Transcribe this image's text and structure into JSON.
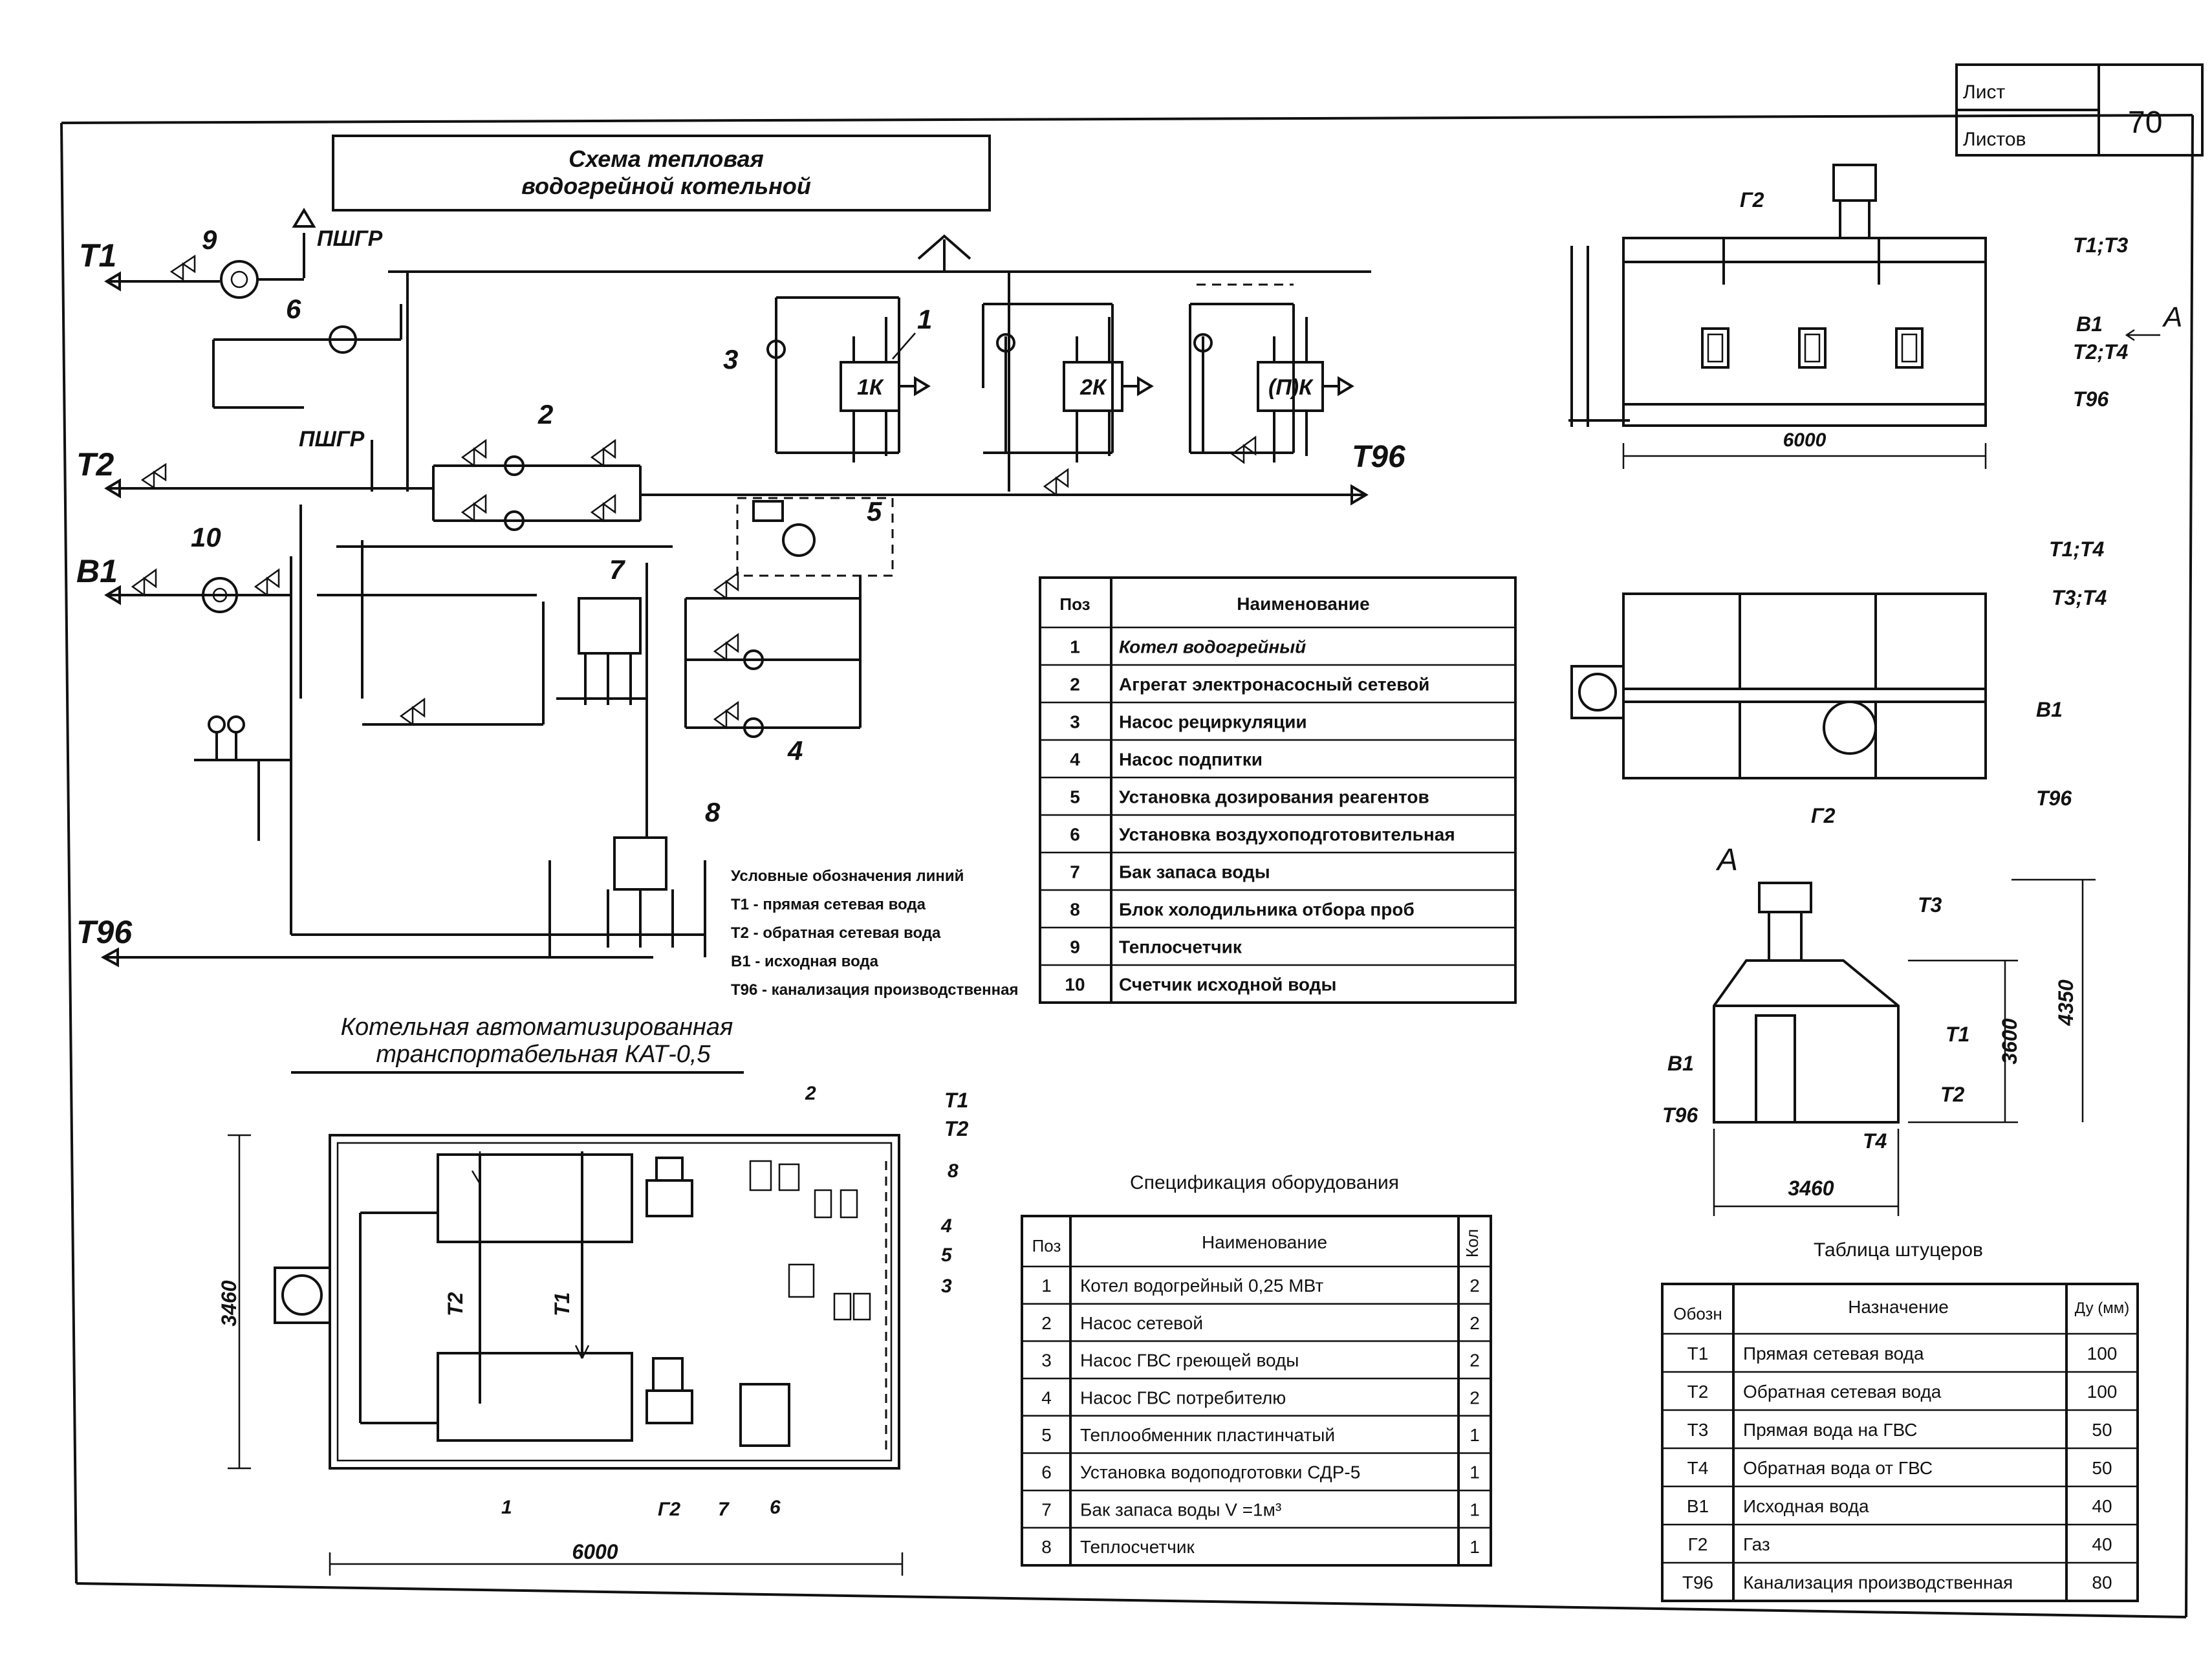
{
  "sheet": {
    "list_label": "Лист",
    "lists_label": "Листов",
    "sheet_number": "70"
  },
  "scheme": {
    "title_line1": "Схема тепловая",
    "title_line2": "водогрейной котельной",
    "line_labels": {
      "t1": "T1",
      "t2": "T2",
      "v1": "B1",
      "t96_left": "T96",
      "t96_right": "T96"
    },
    "pshgr_top": "ПШГР",
    "pshgr_mid": "ПШГР",
    "boilers": [
      "1К",
      "2К",
      "(П)К"
    ],
    "callouts": [
      "1",
      "2",
      "3",
      "4",
      "5",
      "6",
      "7",
      "8",
      "9",
      "10"
    ]
  },
  "legend": {
    "title": "Условные обозначения линий",
    "items": [
      "T1 - прямая сетевая вода",
      "T2 - обратная сетевая вода",
      "B1 - исходная вода",
      "T96 - канализация производственная"
    ]
  },
  "positions_table": {
    "headers": [
      "Поз",
      "Наименование"
    ],
    "rows": [
      [
        "1",
        "Котел водогрейный"
      ],
      [
        "2",
        "Агрегат электронасосный сетевой"
      ],
      [
        "3",
        "Насос рециркуляции"
      ],
      [
        "4",
        "Насос подпитки"
      ],
      [
        "5",
        "Установка дозирования реагентов"
      ],
      [
        "6",
        "Установка воздухоподготовительная"
      ],
      [
        "7",
        "Бак запаса воды"
      ],
      [
        "8",
        "Блок холодильника отбора проб"
      ],
      [
        "9",
        "Теплосчетчик"
      ],
      [
        "10",
        "Счетчик исходной воды"
      ]
    ]
  },
  "plan": {
    "title_line1": "Котельная автоматизированная",
    "title_line2": "транспортабельная КАТ-0,5",
    "dim_width": "6000",
    "dim_height": "3460",
    "labels": {
      "t1_top": "T1",
      "t2_top": "T2",
      "t2_inner": "T2",
      "t1_inner": "T1",
      "g2": "Г2",
      "n1": "1",
      "n2": "2",
      "n3": "3",
      "n4": "4",
      "n5": "5",
      "n6": "6",
      "n7": "7",
      "n8": "8"
    }
  },
  "spec_table": {
    "title": "Спецификация оборудования",
    "headers": [
      "Поз",
      "Наименование",
      "Кол"
    ],
    "rows": [
      [
        "1",
        "Котел водогрейный     0,25 МВт",
        "2"
      ],
      [
        "2",
        "Насос сетевой",
        "2"
      ],
      [
        "3",
        "Насос ГВС греющей воды",
        "2"
      ],
      [
        "4",
        "Насос ГВС потребителю",
        "2"
      ],
      [
        "5",
        "Теплообменник пластинчатый",
        "1"
      ],
      [
        "6",
        "Установка водоподготовки СДР-5",
        "1"
      ],
      [
        "7",
        "Бак запаса воды V =1м³",
        "1"
      ],
      [
        "8",
        "Теплосчетчик",
        "1"
      ]
    ]
  },
  "side_view": {
    "g2": "Г2",
    "t1t3": "T1;T3",
    "b1": "B1",
    "t2t4": "T2;T4",
    "t96": "T96",
    "section_a": "A",
    "dim_length": "6000"
  },
  "top_view": {
    "t1t4": "T1;T4",
    "t3t4": "T3;T4",
    "b1": "B1",
    "t96": "T96",
    "g2": "Г2"
  },
  "end_view": {
    "a": "A",
    "t3": "T3",
    "t1": "T1",
    "t2": "T2",
    "t4": "T4",
    "b1": "B1",
    "t96": "T96",
    "dim_3600": "3600",
    "dim_4350": "4350",
    "dim_3460": "3460"
  },
  "fittings_table": {
    "title": "Таблица штуцеров",
    "headers": [
      "Обозн",
      "Назначение",
      "Ду (мм)"
    ],
    "rows": [
      [
        "T1",
        "Прямая сетевая вода",
        "100"
      ],
      [
        "T2",
        "Обратная сетевая вода",
        "100"
      ],
      [
        "T3",
        "Прямая вода на ГВС",
        "50"
      ],
      [
        "T4",
        "Обратная вода от ГВС",
        "50"
      ],
      [
        "B1",
        "Исходная вода",
        "40"
      ],
      [
        "Г2",
        "Газ",
        "40"
      ],
      [
        "T96",
        "Канализация производственная",
        "80"
      ]
    ]
  }
}
